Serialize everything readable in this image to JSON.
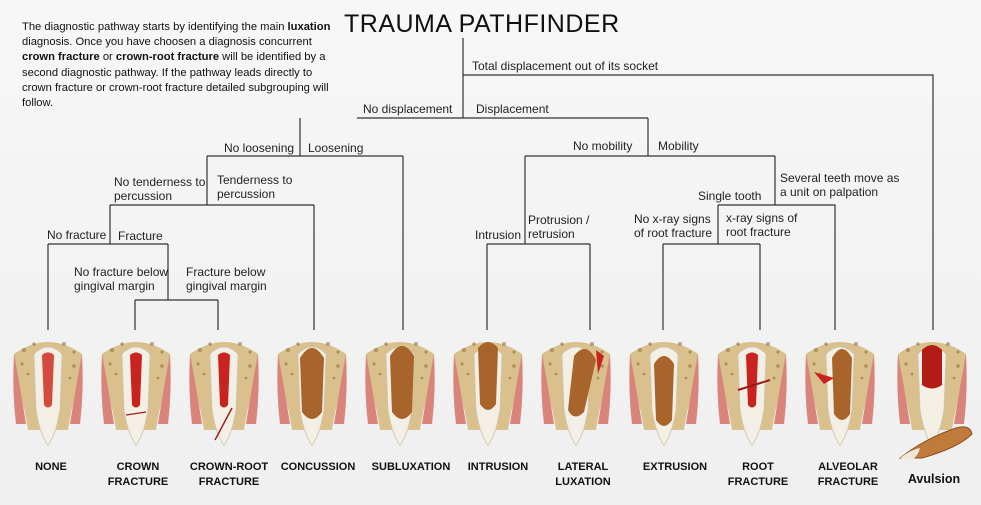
{
  "title": "TRAUMA PATHFINDER",
  "intro": {
    "p1": "The diagnostic pathway starts by identifying the main ",
    "b1": "luxation",
    "p2": " diagnosis. Once you have choosen a diagnosis concurrent ",
    "b2": "crown fracture",
    "p3": " or ",
    "b3": "crown-root fracture",
    "p4": " will be identified by a second diagnostic pathway. If the pathway leads directly to crown fracture or crown-root fracture detailed subgrouping will follow."
  },
  "branches": {
    "total_displacement": "Total displacement out of its socket",
    "no_displacement": "No displacement",
    "displacement": "Displacement",
    "no_loosening": "No loosening",
    "loosening": "Loosening",
    "no_tenderness": "No tenderness to\npercussion",
    "tenderness": "Tenderness to\npercussion",
    "no_fracture": "No fracture",
    "fracture": "Fracture",
    "no_fracture_below": "No fracture below\ngingival margin",
    "fracture_below": "Fracture below\ngingival margin",
    "no_mobility": "No mobility",
    "mobility": "Mobility",
    "intrusion": "Intrusion",
    "protrusion": "Protrusion /\nretrusion",
    "single_tooth": "Single tooth",
    "several_teeth": "Several teeth move as\na unit on palpation",
    "no_xray": "No x-ray signs\nof root fracture",
    "xray": "x-ray signs of\nroot fracture"
  },
  "diagnoses": [
    {
      "label": "NONE",
      "icon": "tooth-none-icon"
    },
    {
      "label": "CROWN\nFRACTURE",
      "icon": "tooth-crown-fracture-icon"
    },
    {
      "label": "CROWN-ROOT\nFRACTURE",
      "icon": "tooth-crown-root-fracture-icon"
    },
    {
      "label": "CONCUSSION",
      "icon": "tooth-concussion-icon"
    },
    {
      "label": "SUBLUXATION",
      "icon": "tooth-subluxation-icon"
    },
    {
      "label": "INTRUSION",
      "icon": "tooth-intrusion-icon"
    },
    {
      "label": "LATERAL\nLUXATION",
      "icon": "tooth-lateral-luxation-icon"
    },
    {
      "label": "EXTRUSION",
      "icon": "tooth-extrusion-icon"
    },
    {
      "label": "ROOT\nFRACTURE",
      "icon": "tooth-root-fracture-icon"
    },
    {
      "label": "ALVEOLAR\nFRACTURE",
      "icon": "tooth-alveolar-fracture-icon"
    },
    {
      "label": "Avulsion",
      "icon": "tooth-avulsion-icon"
    }
  ],
  "colors": {
    "line": "#333333",
    "gum": "#d9847a",
    "bone": "#d9c08c",
    "pulp_red": "#c8231e",
    "enamel": "#f4efe4",
    "root_brown": "#a8642a"
  }
}
